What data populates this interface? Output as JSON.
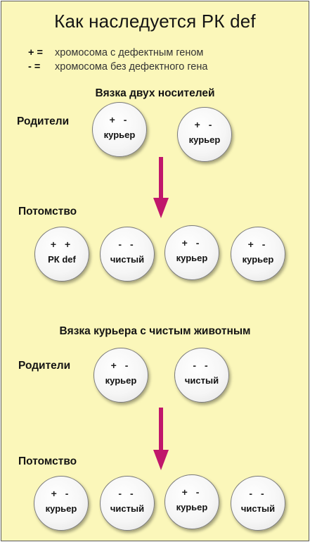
{
  "title": "Как наследуется РК def",
  "legend": [
    {
      "symbol": "+ =",
      "text": "хромосома с дефектным геном"
    },
    {
      "symbol": "- =",
      "text": "хромосома без дефектного гена"
    }
  ],
  "sections": [
    {
      "heading": "Вязка двух носителей",
      "parents_label": "Родители",
      "parents": [
        {
          "genes": "+ -",
          "label": "курьер"
        },
        {
          "genes": "+ -",
          "label": "курьер"
        }
      ],
      "offspring_label": "Потомство",
      "offspring": [
        {
          "genes": "+ +",
          "label": "РК def"
        },
        {
          "genes": "- -",
          "label": "чистый"
        },
        {
          "genes": "+ -",
          "label": "курьер"
        },
        {
          "genes": "+ -",
          "label": "курьер"
        }
      ]
    },
    {
      "heading": "Вязка курьера с чистым животным",
      "parents_label": "Родители",
      "parents": [
        {
          "genes": "+ -",
          "label": "курьер"
        },
        {
          "genes": "- -",
          "label": "чистый"
        }
      ],
      "offspring_label": "Потомство",
      "offspring": [
        {
          "genes": "+ -",
          "label": "курьер"
        },
        {
          "genes": "- -",
          "label": "чистый"
        },
        {
          "genes": "+ -",
          "label": "курьер"
        },
        {
          "genes": "- -",
          "label": "чистый"
        }
      ]
    }
  ],
  "colors": {
    "background": "#fbf7ba",
    "arrow": "#c0176b",
    "circle": "#f6f6f6"
  }
}
